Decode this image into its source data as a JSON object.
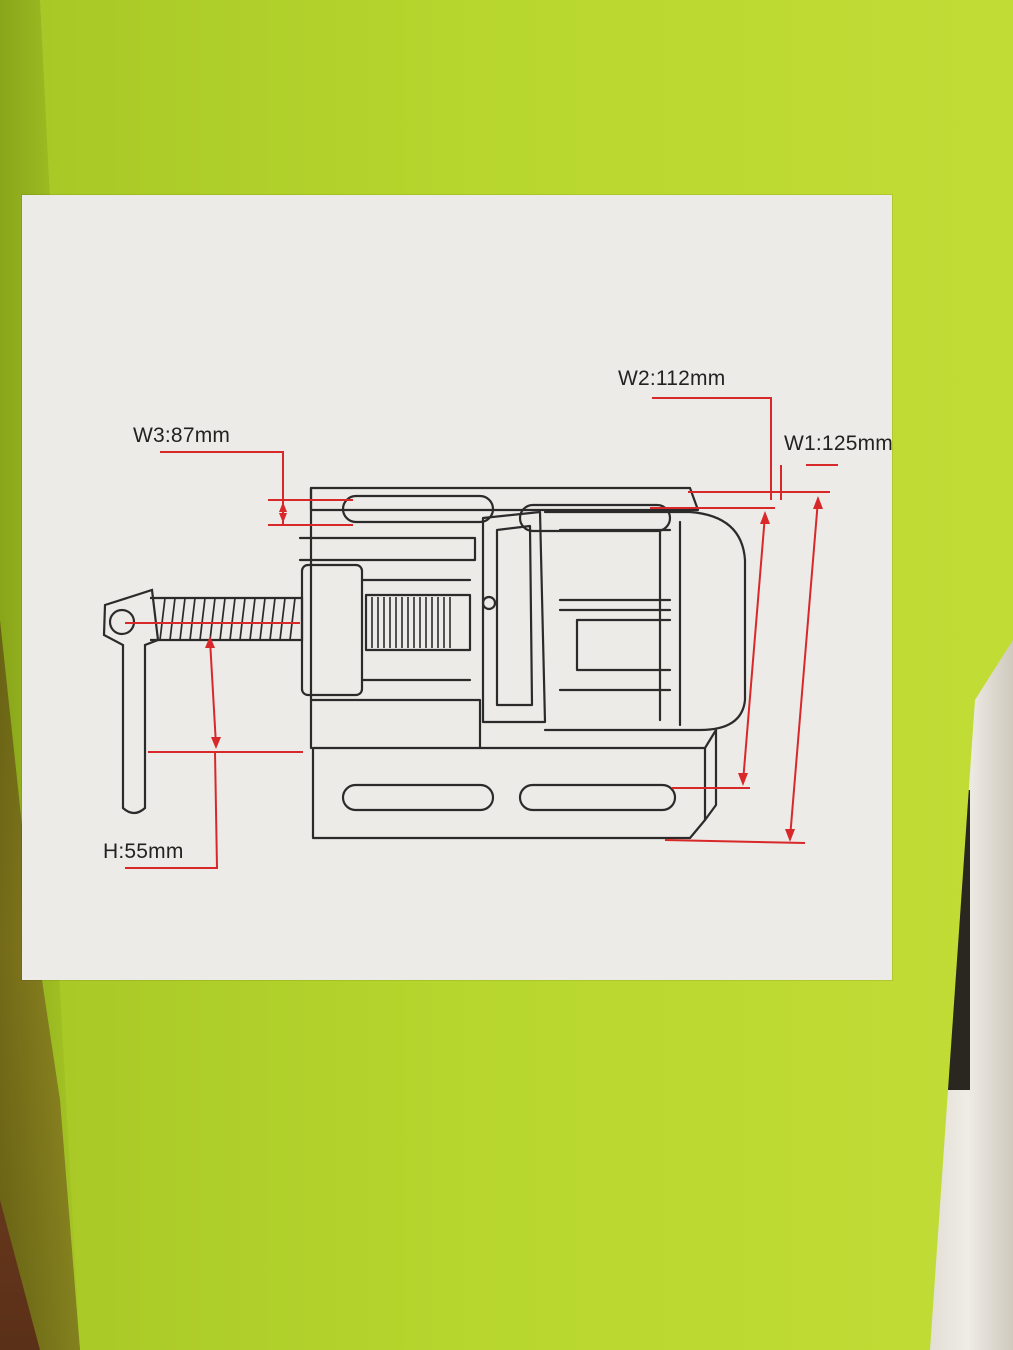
{
  "colors": {
    "box_green": "#b6d62c",
    "panel": "#ecebe7",
    "line_dark": "#2b2b2b",
    "dimension_red": "#d8282a"
  },
  "diagram": {
    "labels": {
      "w2": "W2:112mm",
      "w1": "W1:125mm",
      "w3": "W3:87mm",
      "h": "H:55mm"
    }
  }
}
